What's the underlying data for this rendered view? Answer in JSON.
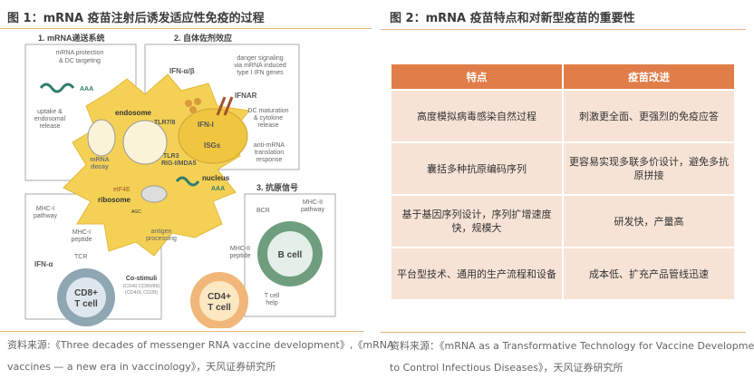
{
  "figure1": {
    "title": "图 1：mRNA 疫苗注射后诱发适应性免疫的过程",
    "panels": {
      "p1": "1. mRNA递送系统",
      "p2": "2.  自体佐剂效应",
      "p3": "3. 抗原信号"
    },
    "labels": {
      "mrna_protection_1": "mRNA protection",
      "mrna_protection_2": "& DC targeting",
      "aaa": "AAA",
      "uptake_1": "uptake &",
      "uptake_2": "endosomal",
      "uptake_3": "release",
      "endosome": "endosome",
      "tlr78": "TLR7/8",
      "tlr3": "TLR3",
      "rig": "RIG-I/MDA5",
      "mrna_decay_1": "mRNA",
      "mrna_decay_2": "decay",
      "ifn_ab": "IFN-α/β",
      "danger_1": "danger signaling",
      "danger_2": "via mRNA induced",
      "danger_3": "type I IFN genes",
      "ifnar": "IFNAR",
      "dc_1": "DC maturation",
      "dc_2": "& cytokine",
      "dc_3": "release",
      "ifn_i": "IFN-I",
      "isgs": "ISGs",
      "anti_1": "anti-mRNA",
      "anti_2": "translation",
      "anti_3": "response",
      "nucleus": "nucleus",
      "eif4e": "eIF4E",
      "ribosome": "ribosome",
      "agc": "AGC",
      "antigen_1": "antigen",
      "antigen_2": "processing",
      "mhc1_path_1": "MHC-I",
      "mhc1_path_2": "pathway",
      "mhc1_pep_1": "MHC-I",
      "mhc1_pep_2": "peptide",
      "tcr": "TCR",
      "ifn_a": "IFN-α",
      "costim": "Co-stimuli",
      "costim_2": "(CD40 CD80/86)",
      "costim_3": "(CD40L CD28)",
      "cd8_1": "CD8+",
      "cd8_2": "T cell",
      "cd4_1": "CD4+",
      "cd4_2": "T cell",
      "mhc2_pep_1": "MHC-II",
      "mhc2_pep_2": "peptide",
      "bcr": "BCR",
      "mhc2_path_1": "MHC-II",
      "mhc2_path_2": "pathway",
      "bcell": "B cell",
      "thelp_1": "T cell",
      "thelp_2": "help"
    },
    "source_line1": "资料来源:《Three decades of messenger RNA vaccine development》,《mRNA",
    "source_line2": "vaccines — a new era in vaccinology》，天风证券研究所"
  },
  "figure2": {
    "title": "图 2：mRNA 疫苗特点和对新型疫苗的重要性",
    "headers": [
      "特点",
      "疫苗改进"
    ],
    "rows": [
      [
        "高度模拟病毒感染自然过程",
        "刺激更全面、更强烈的免疫应答"
      ],
      [
        "囊括多种抗原编码序列",
        "更容易实现多联多价设计，避免多抗原拼接"
      ],
      [
        "基于基因序列设计，序列扩增速度快，规模大",
        "研发快，产量高"
      ],
      [
        "平台型技术、通用的生产流程和设备",
        "成本低、扩充产品管线迅速"
      ]
    ],
    "source_line1": "资料来源：《mRNA as a Transformative Technology for Vaccine Development",
    "source_line2": "to Control Infectious Diseases》，天风证券研究所"
  },
  "colors": {
    "accent_rule": "#e9b27c",
    "table_header": "#e07d49",
    "table_cell": "#f7e3d6",
    "cell_yellow": "#f4d155",
    "cd8": "#8fa6b3",
    "cd4": "#f1b77a",
    "bcell": "#6f9e7e"
  }
}
